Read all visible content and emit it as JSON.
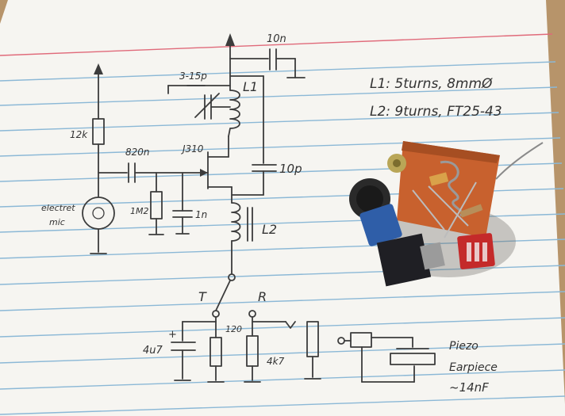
{
  "labels": {
    "cap_10n": "10n",
    "trimmer": "3-15p",
    "l1": "L1",
    "note_l1": "L1: 5turns, 8mmØ",
    "note_l2": "L2: 9turns, FT25-43",
    "r12k": "12k",
    "c820n": "820n",
    "fet": "J310",
    "c10p": "10p",
    "mic_line1": "electret",
    "mic_line2": "mic",
    "r1m": "1M2",
    "c1n": "1n",
    "l2": "L2",
    "tip": "T",
    "ring": "R",
    "r120": "120",
    "plus": "+",
    "c4u7": "4u7",
    "r4k7": "4k7",
    "piezo1": "Piezo",
    "piezo2": "Earpiece",
    "piezo3": "~14nF"
  },
  "colors": {
    "paper": "#f7f6f2",
    "pencil": "#3c3c3c",
    "ruled_line": "#8bb8d6",
    "margin_line": "#e06a7a",
    "wood": "#b7946a",
    "pcb": "#c8612e",
    "blue_cap": "#2f5ea8",
    "red_connector": "#c42a2a"
  }
}
